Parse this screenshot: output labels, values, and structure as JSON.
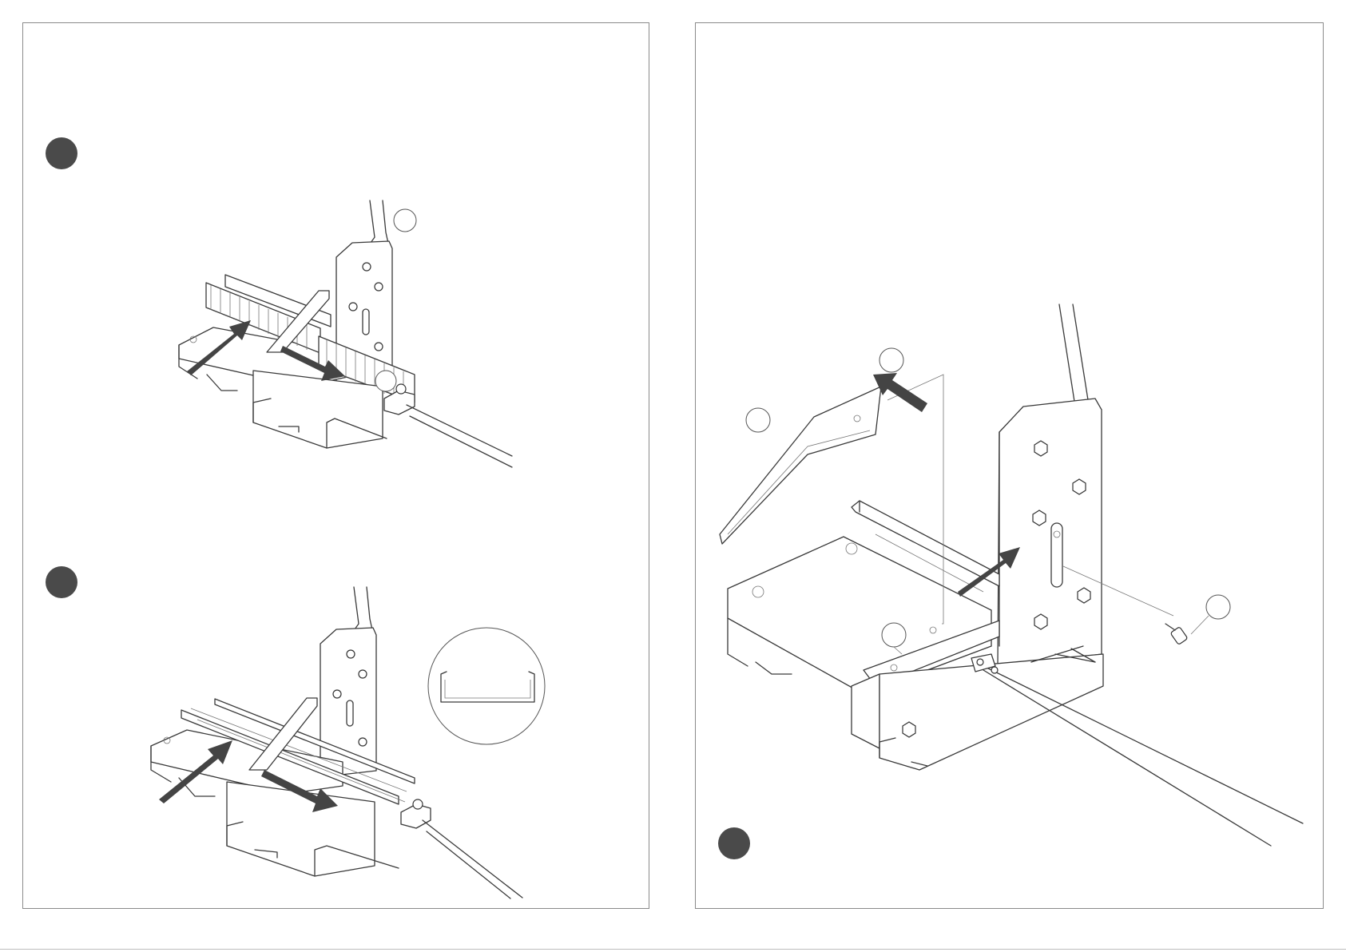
{
  "pages": [
    {
      "id": "left",
      "steps": [
        {
          "marker": "step-1",
          "text": ""
        },
        {
          "marker": "step-2",
          "text": ""
        }
      ]
    },
    {
      "id": "right",
      "steps": [
        {
          "marker": "step-3",
          "text": ""
        }
      ]
    }
  ],
  "colors": {
    "marker": "#4a4a4a",
    "arrow": "#444444",
    "line": "#3a3a3a",
    "frame": "#8a8a8a"
  },
  "icons": [
    "step-marker-icon",
    "direction-arrow-icon",
    "callout-circle-icon",
    "hex-nut-icon",
    "bolt-icon"
  ]
}
